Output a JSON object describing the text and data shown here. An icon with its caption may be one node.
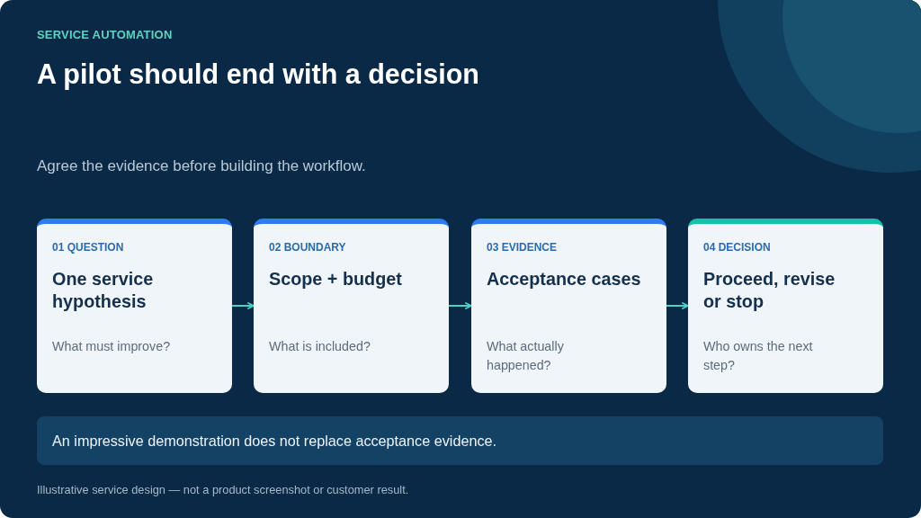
{
  "diagram": {
    "title": "A pilot should end with a decision",
    "nodes": [
      {
        "text": [
          "01 QUESTION",
          "One service hypothesis",
          "What must improve?"
        ]
      },
      {
        "text": [
          "02 BOUNDARY",
          "Scope + budget",
          "What is included?"
        ]
      },
      {
        "text": [
          "03 EVIDENCE",
          "Acceptance cases",
          "What actually happened?"
        ]
      },
      {
        "text": [
          "04 DECISION",
          "Proceed, revise or stop",
          "Who owns the next step?"
        ]
      },
      {
        "text": [
          "An impressive demonstration does not replace acceptance evidence."
        ]
      }
    ],
    "edges": [
      {
        "from": 0,
        "to": 1,
        "arrow": "to"
      },
      {
        "from": 1,
        "to": 2,
        "arrow": "to"
      },
      {
        "from": 2,
        "to": 3,
        "arrow": "to"
      }
    ],
    "labels": [
      "SERVICE AUTOMATION",
      "Agree the evidence before building the workflow.",
      "Illustrative service design — not a product screenshot or customer result."
    ]
  }
}
